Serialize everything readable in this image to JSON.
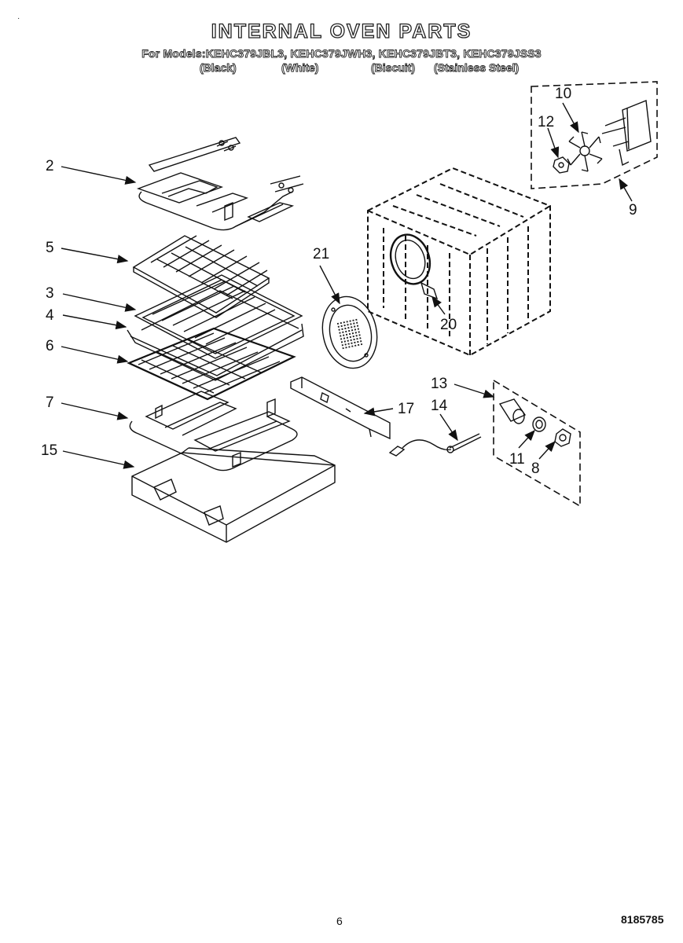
{
  "header": {
    "title": "INTERNAL OVEN PARTS",
    "models_line": "For Models:KEHC379JBL3, KEHC379JWH3, KEHC379JBT3, KEHC379JSS3",
    "variants": [
      "(Black)",
      "(White)",
      "(Biscuit)",
      "(Stainless Steel)"
    ]
  },
  "callouts": {
    "c2": "2",
    "c5": "5",
    "c3": "3",
    "c4": "4",
    "c6": "6",
    "c7": "7",
    "c15": "15",
    "c21": "21",
    "c20": "20",
    "c10": "10",
    "c12": "12",
    "c9": "9",
    "c13": "13",
    "c14": "14",
    "c17": "17",
    "c11": "11",
    "c8": "8"
  },
  "footer": {
    "page_number": "6",
    "document_number": "8185785"
  }
}
